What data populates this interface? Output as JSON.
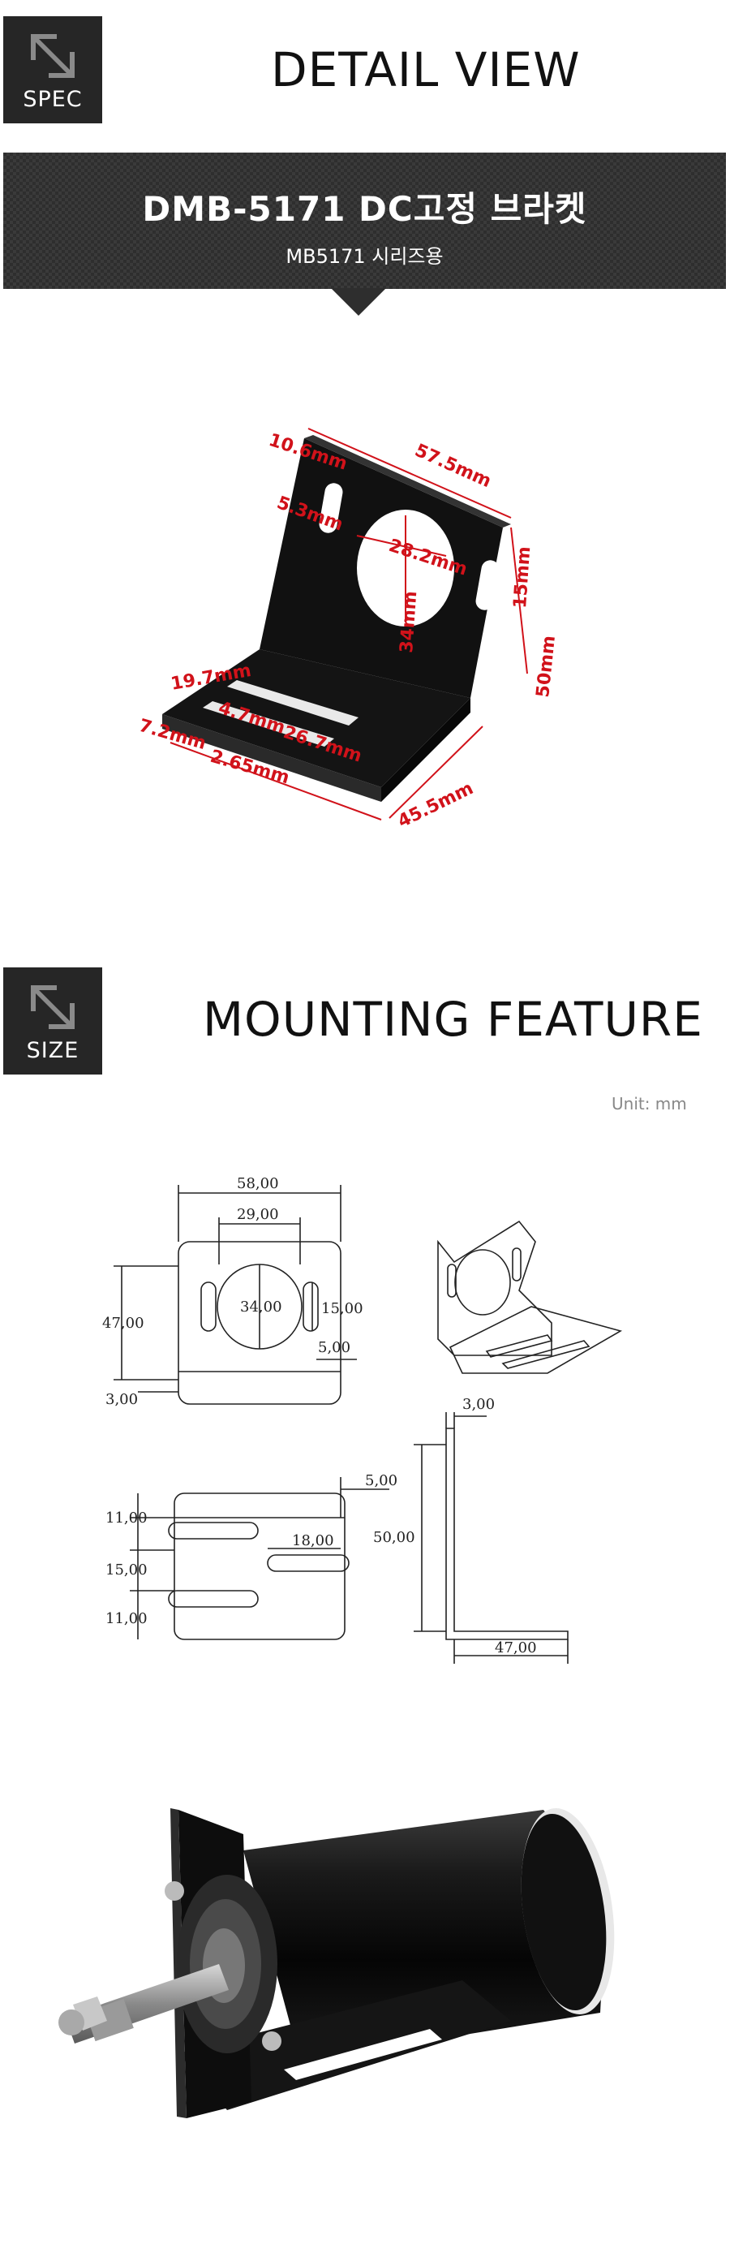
{
  "spec_section": {
    "badge_label": "SPEC",
    "title": "DETAIL VIEW"
  },
  "banner": {
    "title": "DMB-5171  DC고정 브라켓",
    "subtitle": "MB5171 시리즈용"
  },
  "detail_dimensions": {
    "top_left_offset": "10.6mm",
    "top_width": "57.5mm",
    "slot_width": "5.3mm",
    "hole_diameter": "28.2mm",
    "hole_height": "34mm",
    "slot_length": "15mm",
    "height": "50mm",
    "base_slot_width": "19.7mm",
    "base_slot_gap": "4.7mm",
    "base_front": "7.2mm",
    "base_slot_length": "26.7mm",
    "base_offset": "2.65mm",
    "depth": "45.5mm"
  },
  "size_section": {
    "badge_label": "SIZE",
    "title": "MOUNTING FEATURE",
    "unit": "Unit: mm"
  },
  "drawing": {
    "front_width": "58,00",
    "hole_span": "29,00",
    "front_height": "47,00",
    "hole_diameter": "34,00",
    "slot_length": "15,00",
    "slot_width": "5,00",
    "thickness_front": "3,00",
    "base_slot_edge_top": "11,00",
    "base_slot_mid": "15,00",
    "base_slot_edge_bottom": "11,00",
    "base_slot_width": "5,00",
    "base_slot_length": "18,00",
    "side_thickness": "3,00",
    "side_height": "50,00",
    "side_depth": "47,00"
  },
  "colors": {
    "badge_bg": "#262626",
    "dimension_red": "#d1121a",
    "bracket_black": "#111111"
  }
}
